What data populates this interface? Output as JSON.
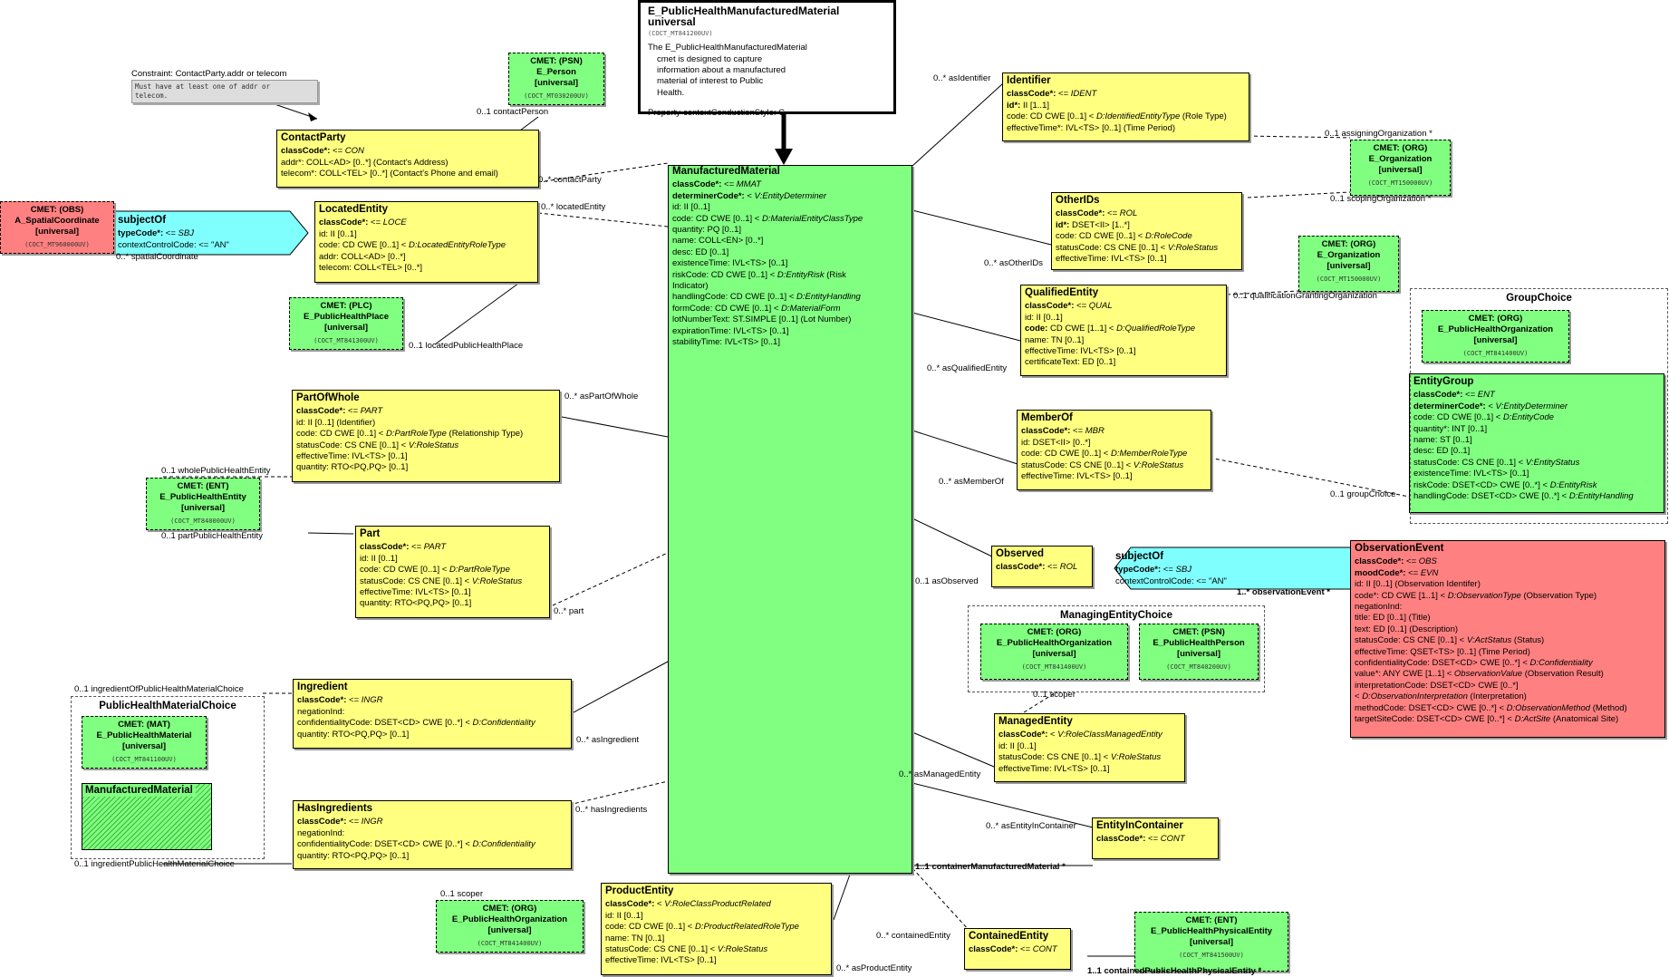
{
  "header": {
    "title": "E_PublicHealthManufacturedMaterial universal",
    "code": "(COCT_MT841200UV)",
    "description": [
      "The E_PublicHealthManufacturedMaterial",
      "cmet is designed to capture",
      "information about a manufactured",
      "material of interest to Public",
      "Health."
    ],
    "style": "Property-contextConductionStyle: C"
  },
  "note": {
    "title": "Constraint: ContactParty.addr or telecom",
    "text": [
      "Must have at least one of addr or",
      "telecom."
    ]
  },
  "central": {
    "title": "ManufacturedMaterial",
    "lines": [
      [
        "b",
        "classCode*:",
        " <= ",
        "i",
        "MMAT"
      ],
      [
        "b",
        "determinerCode*:",
        " < ",
        "i",
        "V:EntityDeterminer"
      ],
      [
        "",
        "id: II [0..1]"
      ],
      [
        "",
        "code: CD CWE [0..1] < ",
        "i",
        "D:MaterialEntityClassType"
      ],
      [
        "",
        "quantity: PQ [0..1]"
      ],
      [
        "",
        "name: COLL<EN> [0..*]"
      ],
      [
        "",
        "desc: ED [0..1]"
      ],
      [
        "",
        "existenceTime: IVL<TS> [0..1]"
      ],
      [
        "",
        "riskCode: CD CWE [0..1] < ",
        "i",
        "D:EntityRisk",
        " (Risk"
      ],
      [
        "",
        "Indicator)"
      ],
      [
        "",
        "handlingCode: CD CWE [0..1] < ",
        "i",
        "D:EntityHandling"
      ],
      [
        "",
        "formCode: CD CWE [0..1] < ",
        "i",
        "D:MaterialForm"
      ],
      [
        "",
        "lotNumberText: ST.SIMPLE [0..1] (Lot Number)"
      ],
      [
        "",
        "expirationTime: IVL<TS> [0..1]"
      ],
      [
        "",
        "stabilityTime: IVL<TS> [0..1]"
      ]
    ]
  },
  "boxes": {
    "contactParty": {
      "title": "ContactParty",
      "lines": [
        [
          "b",
          "classCode*:",
          " <= ",
          "i",
          "CON"
        ],
        [
          "",
          "addr*: COLL<AD> [0..*] (Contact's Address)"
        ],
        [
          "",
          "telecom*: COLL<TEL> [0..*] (Contact's Phone and email)"
        ]
      ]
    },
    "locatedEntity": {
      "title": "LocatedEntity",
      "lines": [
        [
          "b",
          "classCode*:",
          " <= ",
          "i",
          "LOCE"
        ],
        [
          "",
          "id: II [0..1]"
        ],
        [
          "",
          "code: CD CWE [0..1] < ",
          "i",
          "D:LocatedEntityRoleType"
        ],
        [
          "",
          "addr: COLL<AD> [0..*]"
        ],
        [
          "",
          "telecom: COLL<TEL> [0..*]"
        ]
      ]
    },
    "subjectOfLeft": {
      "title": "subjectOf",
      "lines": [
        [
          "b",
          "typeCode*:",
          " <= ",
          "i",
          "SBJ"
        ],
        [
          "",
          "contextControlCode: <= \"AN\""
        ]
      ]
    },
    "partOfWhole": {
      "title": "PartOfWhole",
      "lines": [
        [
          "b",
          "classCode*:",
          " <= ",
          "i",
          "PART"
        ],
        [
          "",
          "id: II [0..1] (Identifier)"
        ],
        [
          "",
          "code: CD CWE [0..1] < ",
          "i",
          "D:PartRoleType",
          " (Relationship Type)"
        ],
        [
          "",
          "statusCode: CS CNE [0..1] < ",
          "i",
          "V:RoleStatus"
        ],
        [
          "",
          "effectiveTime: IVL<TS> [0..1]"
        ],
        [
          "",
          "quantity: RTO<PQ,PQ> [0..1]"
        ]
      ]
    },
    "part": {
      "title": "Part",
      "lines": [
        [
          "b",
          "classCode*:",
          " <= ",
          "i",
          "PART"
        ],
        [
          "",
          "id: II [0..1]"
        ],
        [
          "",
          "code: CD CWE [0..1] < ",
          "i",
          "D:PartRoleType"
        ],
        [
          "",
          "statusCode: CS CNE [0..1] < ",
          "i",
          "V:RoleStatus"
        ],
        [
          "",
          "effectiveTime: IVL<TS> [0..1]"
        ],
        [
          "",
          "quantity: RTO<PQ,PQ> [0..1]"
        ]
      ]
    },
    "ingredient": {
      "title": "Ingredient",
      "lines": [
        [
          "b",
          "classCode*:",
          " <= ",
          "i",
          "INGR"
        ],
        [
          "",
          "negationInd:"
        ],
        [
          "",
          "confidentialityCode: DSET<CD> CWE [0..*] < ",
          "i",
          "D:Confidentiality"
        ],
        [
          "",
          "quantity: RTO<PQ,PQ> [0..1]"
        ]
      ]
    },
    "hasIngredients": {
      "title": "HasIngredients",
      "lines": [
        [
          "b",
          "classCode*:",
          " <= ",
          "i",
          "INGR"
        ],
        [
          "",
          "negationInd:"
        ],
        [
          "",
          "confidentialityCode: DSET<CD> CWE [0..*] < ",
          "i",
          "D:Confidentiality"
        ],
        [
          "",
          "quantity: RTO<PQ,PQ> [0..1]"
        ]
      ]
    },
    "productEntity": {
      "title": "ProductEntity",
      "lines": [
        [
          "b",
          "classCode*:",
          " < ",
          "i",
          "V:RoleClassProductRelated"
        ],
        [
          "",
          "id: II [0..1]"
        ],
        [
          "",
          "code: CD CWE [0..1] < ",
          "i",
          "D:ProductRelatedRoleType"
        ],
        [
          "",
          "name: TN [0..1]"
        ],
        [
          "",
          "statusCode: CS CNE [0..1] < ",
          "i",
          "V:RoleStatus"
        ],
        [
          "",
          "effectiveTime: IVL<TS> [0..1]"
        ]
      ]
    },
    "identifier": {
      "title": "Identifier",
      "lines": [
        [
          "b",
          "classCode*:",
          " <= ",
          "i",
          "IDENT"
        ],
        [
          "b",
          "id*:",
          " II [1..1]"
        ],
        [
          "",
          "code: CD CWE [0..1] < ",
          "i",
          "D:IdentifiedEntityType",
          " (Role Type)"
        ],
        [
          "",
          "effectiveTime*: IVL<TS> [0..1] (Time Period)"
        ]
      ]
    },
    "otherIDs": {
      "title": "OtherIDs",
      "lines": [
        [
          "b",
          "classCode*:",
          " <= ",
          "i",
          "ROL"
        ],
        [
          "b",
          "id*:",
          " DSET<II> [1..*]"
        ],
        [
          "",
          "code: CD CWE [0..1] < ",
          "i",
          "D:RoleCode"
        ],
        [
          "",
          "statusCode: CS CNE [0..1] < ",
          "i",
          "V:RoleStatus"
        ],
        [
          "",
          "effectiveTime: IVL<TS> [0..1]"
        ]
      ]
    },
    "qualifiedEntity": {
      "title": "QualifiedEntity",
      "lines": [
        [
          "b",
          "classCode*:",
          " <= ",
          "i",
          "QUAL"
        ],
        [
          "",
          "id: II [0..1]"
        ],
        [
          "b",
          "code:",
          " CD CWE [1..1] < ",
          "i",
          "D:QualifiedRoleType"
        ],
        [
          "",
          "name: TN [0..1]"
        ],
        [
          "",
          "effectiveTime: IVL<TS> [0..1]"
        ],
        [
          "",
          "certificateText: ED [0..1]"
        ]
      ]
    },
    "memberOf": {
      "title": "MemberOf",
      "lines": [
        [
          "b",
          "classCode*:",
          " <= ",
          "i",
          "MBR"
        ],
        [
          "",
          "id: DSET<II> [0..*]"
        ],
        [
          "",
          "code: CD CWE [0..1] < ",
          "i",
          "D:MemberRoleType"
        ],
        [
          "",
          "statusCode: CS CNE [0..1] < ",
          "i",
          "V:RoleStatus"
        ],
        [
          "",
          "effectiveTime: IVL<TS> [0..1]"
        ]
      ]
    },
    "observed": {
      "title": "Observed",
      "lines": [
        [
          "b",
          "classCode*:",
          " <= ",
          "i",
          "ROL"
        ]
      ]
    },
    "subjectOfRight": {
      "title": "subjectOf",
      "lines": [
        [
          "b",
          "typeCode*:",
          " <= ",
          "i",
          "SBJ"
        ],
        [
          "",
          "contextControlCode: <= \"AN\""
        ]
      ]
    },
    "managedEntity": {
      "title": "ManagedEntity",
      "lines": [
        [
          "b",
          "classCode*:",
          " < ",
          "i",
          "V:RoleClassManagedEntity"
        ],
        [
          "",
          "id: II [0..1]"
        ],
        [
          "",
          "statusCode: CS CNE [0..1] < ",
          "i",
          "V:RoleStatus"
        ],
        [
          "",
          "effectiveTime: IVL<TS> [0..1]"
        ]
      ]
    },
    "entityInContainer": {
      "title": "EntityInContainer",
      "lines": [
        [
          "b",
          "classCode*:",
          " <= ",
          "i",
          "CONT"
        ]
      ]
    },
    "containedEntity": {
      "title": "ContainedEntity",
      "lines": [
        [
          "b",
          "classCode*:",
          " <= ",
          "i",
          "CONT"
        ]
      ]
    },
    "entityGroup": {
      "title": "EntityGroup",
      "lines": [
        [
          "b",
          "classCode*:",
          " <= ",
          "i",
          "ENT"
        ],
        [
          "b",
          "determinerCode*:",
          " < ",
          "i",
          "V:EntityDeterminer"
        ],
        [
          "",
          "code: CD CWE [0..1] < ",
          "i",
          "D:EntityCode"
        ],
        [
          "",
          "quantity*: INT [0..1]"
        ],
        [
          "",
          "name: ST [0..1]"
        ],
        [
          "",
          "desc: ED [0..1]"
        ],
        [
          "",
          "statusCode: CS CNE [0..1] < ",
          "i",
          "V:EntityStatus"
        ],
        [
          "",
          "existenceTime: IVL<TS> [0..1]"
        ],
        [
          "",
          "riskCode: DSET<CD> CWE [0..*] < ",
          "i",
          "D:EntityRisk"
        ],
        [
          "",
          "handlingCode: DSET<CD> CWE [0..*] < ",
          "i",
          "D:EntityHandling"
        ]
      ]
    },
    "observationEvent": {
      "title": "ObservationEvent",
      "lines": [
        [
          "b",
          "classCode*:",
          " <= ",
          "i",
          "OBS"
        ],
        [
          "b",
          "moodCode*:",
          " <= ",
          "i",
          "EVN"
        ],
        [
          "",
          "id: II [0..1] (Observation Identifer)"
        ],
        [
          "",
          "code*: CD CWE [1..1] < ",
          "i",
          "D:ObservationType",
          " (Observation Type)"
        ],
        [
          "",
          "negationInd:"
        ],
        [
          "",
          "title: ED [0..1] (Title)"
        ],
        [
          "",
          "text: ED [0..1] (Description)"
        ],
        [
          "",
          "statusCode: CS CNE [0..1] < ",
          "i",
          "V:ActStatus",
          " (Status)"
        ],
        [
          "",
          "effectiveTime: QSET<TS> [0..1] (Time Period)"
        ],
        [
          "",
          "confidentialityCode: DSET<CD> CWE [0..*] < ",
          "i",
          "D:Confidentiality"
        ],
        [
          "",
          "value*: ANY CWE [1..1] < ",
          "i",
          "ObservationValue",
          " (Observation Result)"
        ],
        [
          "",
          "interpretationCode: DSET<CD> CWE [0..*]"
        ],
        [
          "",
          "  < ",
          "i",
          "D:ObservationInterpretation",
          " (Interpretation)"
        ],
        [
          "",
          "methodCode: DSET<CD> CWE [0..*] < ",
          "i",
          "D:ObservationMethod",
          " (Method)"
        ],
        [
          "",
          "targetSiteCode: DSET<CD> CWE [0..*] < ",
          "i",
          "D:ActSite",
          " (Anatomical Site)"
        ]
      ]
    }
  },
  "cmets": {
    "person": {
      "l1": "CMET: (PSN)",
      "l2": "E_Person",
      "l3": "[universal]",
      "code": "(COCT_MT030200UV)"
    },
    "spatial": {
      "l1": "CMET: (OBS)",
      "l2": "A_SpatialCoordinate",
      "l3": "[universal]",
      "code": "(COCT_MT960000UV)"
    },
    "place": {
      "l1": "CMET: (PLC)",
      "l2": "E_PublicHealthPlace",
      "l3": "[universal]",
      "code": "(COCT_MT841300UV)"
    },
    "entity": {
      "l1": "CMET: (ENT)",
      "l2": "E_PublicHealthEntity",
      "l3": "[universal]",
      "code": "(COCT_MT840000UV)"
    },
    "materialChoice": {
      "l1": "CMET: (MAT)",
      "l2": "E_PublicHealthMaterial",
      "l3": "[universal]",
      "code": "(COCT_MT841100UV)"
    },
    "orgScoper": {
      "l1": "CMET: (ORG)",
      "l2": "E_PublicHealthOrganization",
      "l3": "[universal]",
      "code": "(COCT_MT841400UV)"
    },
    "org1": {
      "l1": "CMET: (ORG)",
      "l2": "E_Organization",
      "l3": "[universal]",
      "code": "(COCT_MT150000UV)"
    },
    "org2": {
      "l1": "CMET: (ORG)",
      "l2": "E_Organization",
      "l3": "[universal]",
      "code": "(COCT_MT150000UV)"
    },
    "orgGroup": {
      "l1": "CMET: (ORG)",
      "l2": "E_PublicHealthOrganization",
      "l3": "[universal]",
      "code": "(COCT_MT841400UV)"
    },
    "orgManaging": {
      "l1": "CMET: (ORG)",
      "l2": "E_PublicHealthOrganization",
      "l3": "[universal]",
      "code": "(COCT_MT841400UV)"
    },
    "personManaging": {
      "l1": "CMET: (PSN)",
      "l2": "E_PublicHealthPerson",
      "l3": "[universal]",
      "code": "(COCT_MT840200UV)"
    },
    "physical": {
      "l1": "CMET: (ENT)",
      "l2": "E_PublicHealthPhysicalEntity",
      "l3": "[universal]",
      "code": "(COCT_MT841500UV)"
    }
  },
  "choices": {
    "group": "GroupChoice",
    "managing": "ManagingEntityChoice",
    "material": "PublicHealthMaterialChoice",
    "materialInner": "ManufacturedMaterial"
  },
  "labels": {
    "contactPerson": "0..1 contactPerson",
    "contactParty": "0..* contactParty",
    "locatedEntity": "0..* locatedEntity",
    "spatialCoordinate": "0..* spatialCoordinate",
    "locatedPublicHealthPlace": "0..1 locatedPublicHealthPlace",
    "asPartOfWhole": "0..* asPartOfWhole",
    "wholePublicHealthEntity": "0..1 wholePublicHealthEntity",
    "partPublicHealthEntity": "0..1 partPublicHealthEntity",
    "part": "0..* part",
    "ingredientOf": "0..1 ingredientOfPublicHealthMaterialChoice",
    "asIngredient": "0..* asIngredient",
    "hasIngredients": "0..* hasIngredients",
    "ingredientPublic": "0..1 ingredientPublicHealthMaterialChoice",
    "scoperLeft": "0..1 scoper",
    "asProductEntity": "0..* asProductEntity",
    "asIdentifier": "0..* asIdentifier",
    "assigningOrganization": "0..1 assigningOrganization  *",
    "scopingOrganization": "0..1 scopingOrganization  *",
    "asOtherIDs": "0..* asOtherIDs",
    "qualificationGranting": "0..1 qualificationGrantingOrganization",
    "asQualifiedEntity": "0..* asQualifiedEntity",
    "asMemberOf": "0..* asMemberOf",
    "groupChoice": "0..1 groupChoice",
    "asObserved": "0..1 asObserved",
    "observationEvent": "1..* observationEvent  *",
    "scoperRight": "0..1 scoper",
    "asManagedEntity": "0..* asManagedEntity",
    "asEntityInContainer": "0..* asEntityInContainer",
    "containerManufactured": "1..1 containerManufacturedMaterial  *",
    "containedEntity": "0..* containedEntity",
    "containedPublic": "1..1 containedPublicHealthPhysicalEntity  *"
  },
  "colors": {
    "entity": "#80ff80",
    "role": "#ffff80",
    "act": "#ff8080",
    "participation": "#80ffff"
  }
}
